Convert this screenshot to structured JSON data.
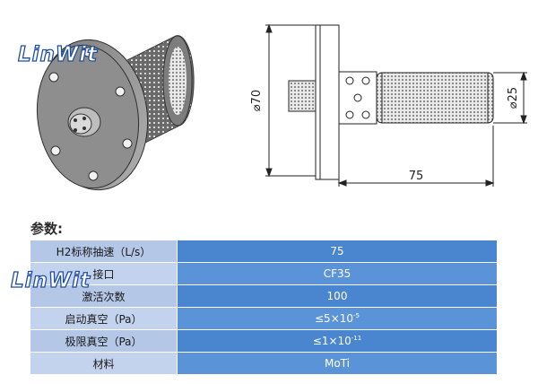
{
  "logo": {
    "text": "LinWit"
  },
  "drawing": {
    "dim_diameter_flange": "⌀70",
    "dim_diameter_pump": "⌀25",
    "dim_length": "75"
  },
  "params": {
    "heading": "参数:",
    "rows": [
      {
        "label": "H2标称抽速（L/s）",
        "value": "75"
      },
      {
        "label": "接口",
        "value": "CF35"
      },
      {
        "label": "激活次数",
        "value": "100"
      },
      {
        "label": "启动真空（Pa）",
        "value": "≤5×10",
        "exp": "-5"
      },
      {
        "label": "极限真空（Pa）",
        "value": "≤1×10",
        "exp": "-11"
      },
      {
        "label": "材料",
        "value": "MoTi"
      }
    ]
  }
}
